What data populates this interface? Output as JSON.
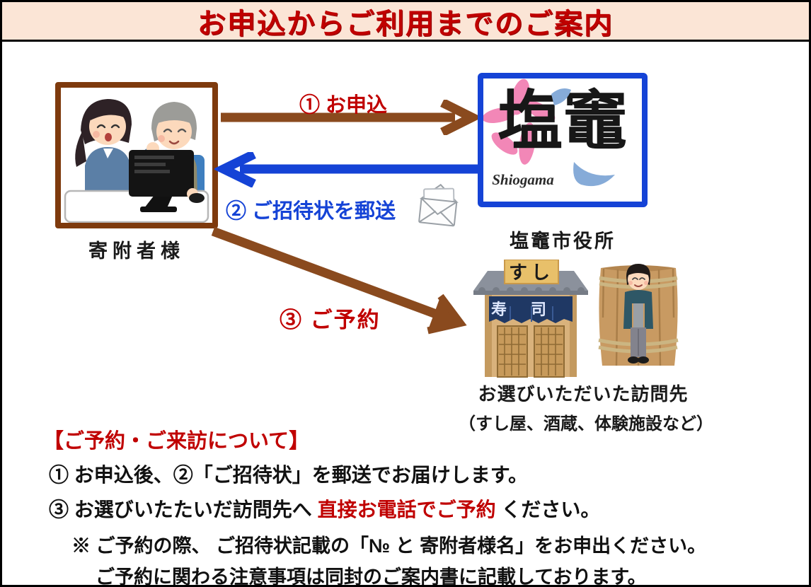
{
  "title": "お申込からご利用までのご案内",
  "colors": {
    "title_bg": "#fbe5d6",
    "title_text": "#c00000",
    "brown": "#8a4a1e",
    "brown_border": "#7e3a0d",
    "blue": "#1543d6",
    "red_accent": "#c00000",
    "noren_navy": "#1f3864"
  },
  "diagram": {
    "donor": {
      "label": "寄附者様"
    },
    "city": {
      "label": "塩竈市役所",
      "logo_kanji": "塩竈",
      "logo_roman": "Shiogama"
    },
    "step1": {
      "label": "① お申込"
    },
    "step2": {
      "label": "② ご招待状を郵送"
    },
    "step3": {
      "label": "③ ご予約"
    },
    "destination": {
      "label": "お選びいただいた訪問先",
      "sublabel": "（すし屋、酒蔵、体験施設など）",
      "sign": "すし",
      "noren": "寿司"
    }
  },
  "notes": {
    "heading": "【ご予約・ご来訪について】",
    "line1": "① お申込後、②「ご招待状」を郵送でお届けします。",
    "line2_pre": "③ お選びいたたいだ訪問先へ ",
    "line2_red": "直接お電話でご予約",
    "line2_post": " ください。",
    "line3": "※ ご予約の際、 ご招待状記載の「№ と 寄附者様名」をお申出ください。",
    "line4": "ご予約に関わる注意事項は同封のご案内書に記載しております。"
  }
}
